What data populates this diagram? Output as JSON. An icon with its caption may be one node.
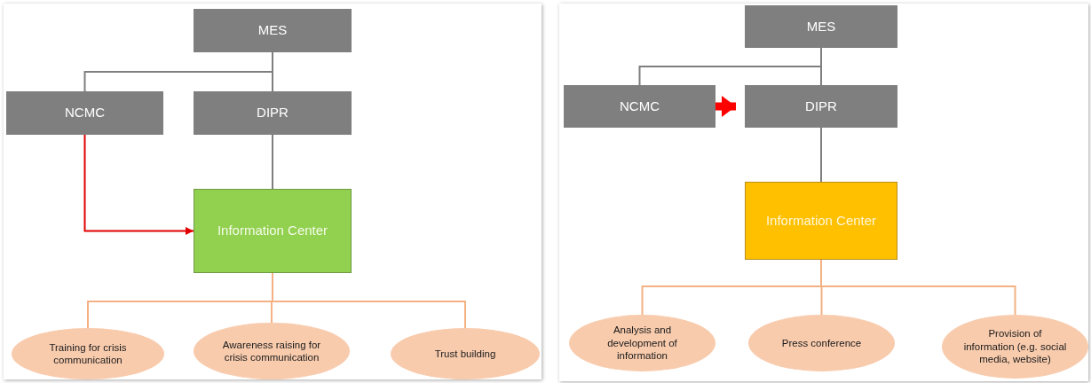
{
  "diagram": {
    "nodes": [
      {
        "text": [
          "MES"
        ]
      },
      {
        "text": [
          "NCMC"
        ]
      },
      {
        "text": [
          "DIPR"
        ]
      },
      {
        "text": [
          "Information Center"
        ]
      },
      {
        "text": [
          "Training for crisis communication"
        ]
      },
      {
        "text": [
          "Awareness raising for crisis communication"
        ]
      },
      {
        "text": [
          "Trust building"
        ]
      },
      {
        "text": [
          "MES"
        ]
      },
      {
        "text": [
          "NCMC"
        ]
      },
      {
        "text": [
          "DIPR"
        ]
      },
      {
        "text": [
          "Information Center"
        ]
      },
      {
        "text": [
          "Analysis and development of information"
        ]
      },
      {
        "text": [
          "Press conference"
        ]
      },
      {
        "text": [
          "Provision of information (e.g. social media, website)"
        ]
      }
    ],
    "edges": [
      {
        "from": 0,
        "to": 1,
        "arrow": "none"
      },
      {
        "from": 0,
        "to": 2,
        "arrow": "none"
      },
      {
        "from": 2,
        "to": 3,
        "arrow": "none"
      },
      {
        "from": 1,
        "to": 3,
        "arrow": "to",
        "color": "#e00000"
      },
      {
        "from": 3,
        "to": 4,
        "arrow": "none",
        "color": "#f4b183"
      },
      {
        "from": 3,
        "to": 5,
        "arrow": "none",
        "color": "#f4b183"
      },
      {
        "from": 3,
        "to": 6,
        "arrow": "none",
        "color": "#f4b183"
      },
      {
        "from": 7,
        "to": 8,
        "arrow": "none"
      },
      {
        "from": 7,
        "to": 9,
        "arrow": "none"
      },
      {
        "from": 8,
        "to": 9,
        "arrow": "to",
        "style": "thick",
        "color": "#ff0000"
      },
      {
        "from": 9,
        "to": 10,
        "arrow": "none"
      },
      {
        "from": 10,
        "to": 11,
        "arrow": "none",
        "color": "#f4b183"
      },
      {
        "from": 10,
        "to": 12,
        "arrow": "none",
        "color": "#f4b183"
      },
      {
        "from": 10,
        "to": 13,
        "arrow": "none",
        "color": "#f4b183"
      }
    ]
  }
}
